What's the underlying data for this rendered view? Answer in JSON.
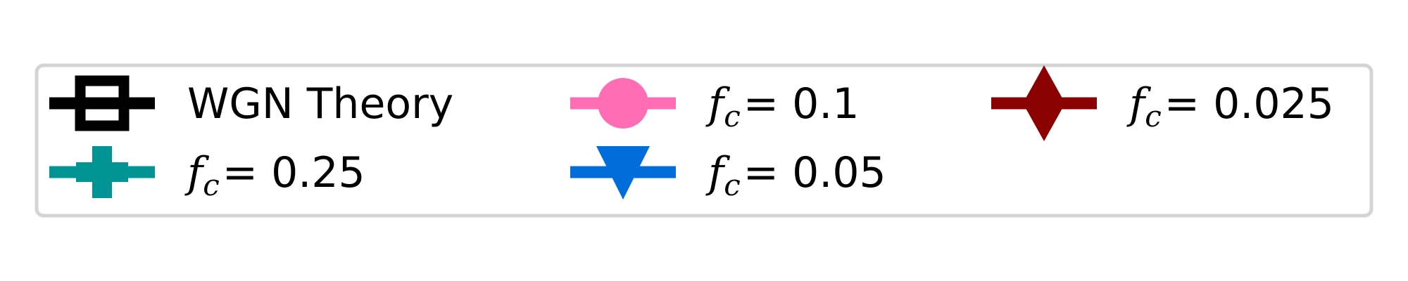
{
  "chart_data": {
    "type": "line",
    "legend": {
      "placement": "center",
      "columns": 3,
      "border_color": "#d4d4d4",
      "entries": [
        {
          "label": "WGN Theory",
          "label_type": "text",
          "color": "#000000",
          "marker": "square-open"
        },
        {
          "label": "0.1",
          "label_type": "fc",
          "fc_symbol": "f",
          "fc_subscript": "c",
          "color": "#ff6eb4",
          "marker": "circle"
        },
        {
          "label": "0.025",
          "label_type": "fc",
          "fc_symbol": "f",
          "fc_subscript": "c",
          "color": "#8b0000",
          "marker": "diamond"
        },
        {
          "label": "0.25",
          "label_type": "fc",
          "fc_symbol": "f",
          "fc_subscript": "c",
          "color": "#009494",
          "marker": "plus"
        },
        {
          "label": "0.05",
          "label_type": "fc",
          "fc_symbol": "f",
          "fc_subscript": "c",
          "color": "#006ddb",
          "marker": "triangle-down"
        }
      ]
    }
  }
}
